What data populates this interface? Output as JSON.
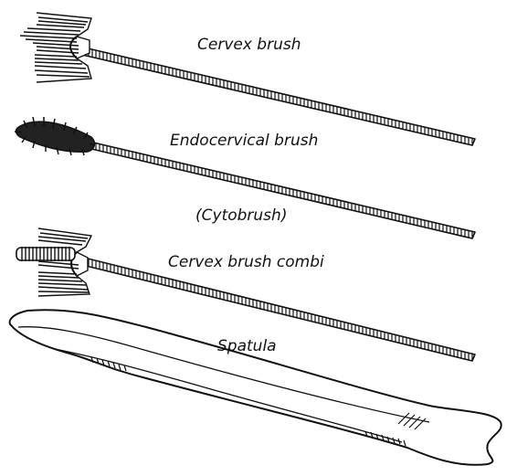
{
  "labels": {
    "cervex_brush": "Cervex brush",
    "endocervical_brush": "Endocervical brush",
    "cytobrush": "(Cytobrush)",
    "cervex_brush_combi": "Cervex brush combi",
    "spatula": "Spatula"
  },
  "colors": {
    "ink": "#111111",
    "background": "#ffffff"
  }
}
